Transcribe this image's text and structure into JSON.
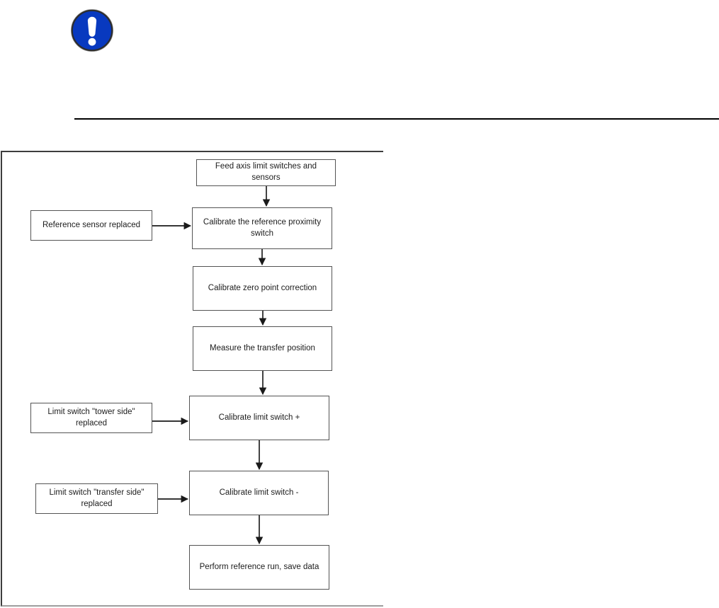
{
  "notice": {
    "icon": "exclamation-circle-icon",
    "circle_color": "#0839bf",
    "ring_color": "#2d2d2d",
    "glyph_color": "#ffffff"
  },
  "divider_color": "#000000",
  "flowchart": {
    "frame_border_color": "#3d3d3d",
    "box_border_color": "#545454",
    "arrow_color": "#1a1a1a",
    "steps": [
      {
        "label": "Feed axis limit switches and sensors"
      },
      {
        "label": "Calibrate the reference proximity switch"
      },
      {
        "label": "Calibrate zero point correction"
      },
      {
        "label": "Measure the transfer position"
      },
      {
        "label": "Calibrate limit switch +"
      },
      {
        "label": "Calibrate limit switch -"
      },
      {
        "label": "Perform reference run, save data"
      }
    ],
    "side_conditions": [
      {
        "label": "Reference sensor replaced",
        "target": "Calibrate the reference proximity switch"
      },
      {
        "label": "Limit switch \"tower side\" replaced",
        "target": "Calibrate limit switch +"
      },
      {
        "label": "Limit switch \"transfer side\" replaced",
        "target": "Calibrate limit switch -"
      }
    ]
  }
}
